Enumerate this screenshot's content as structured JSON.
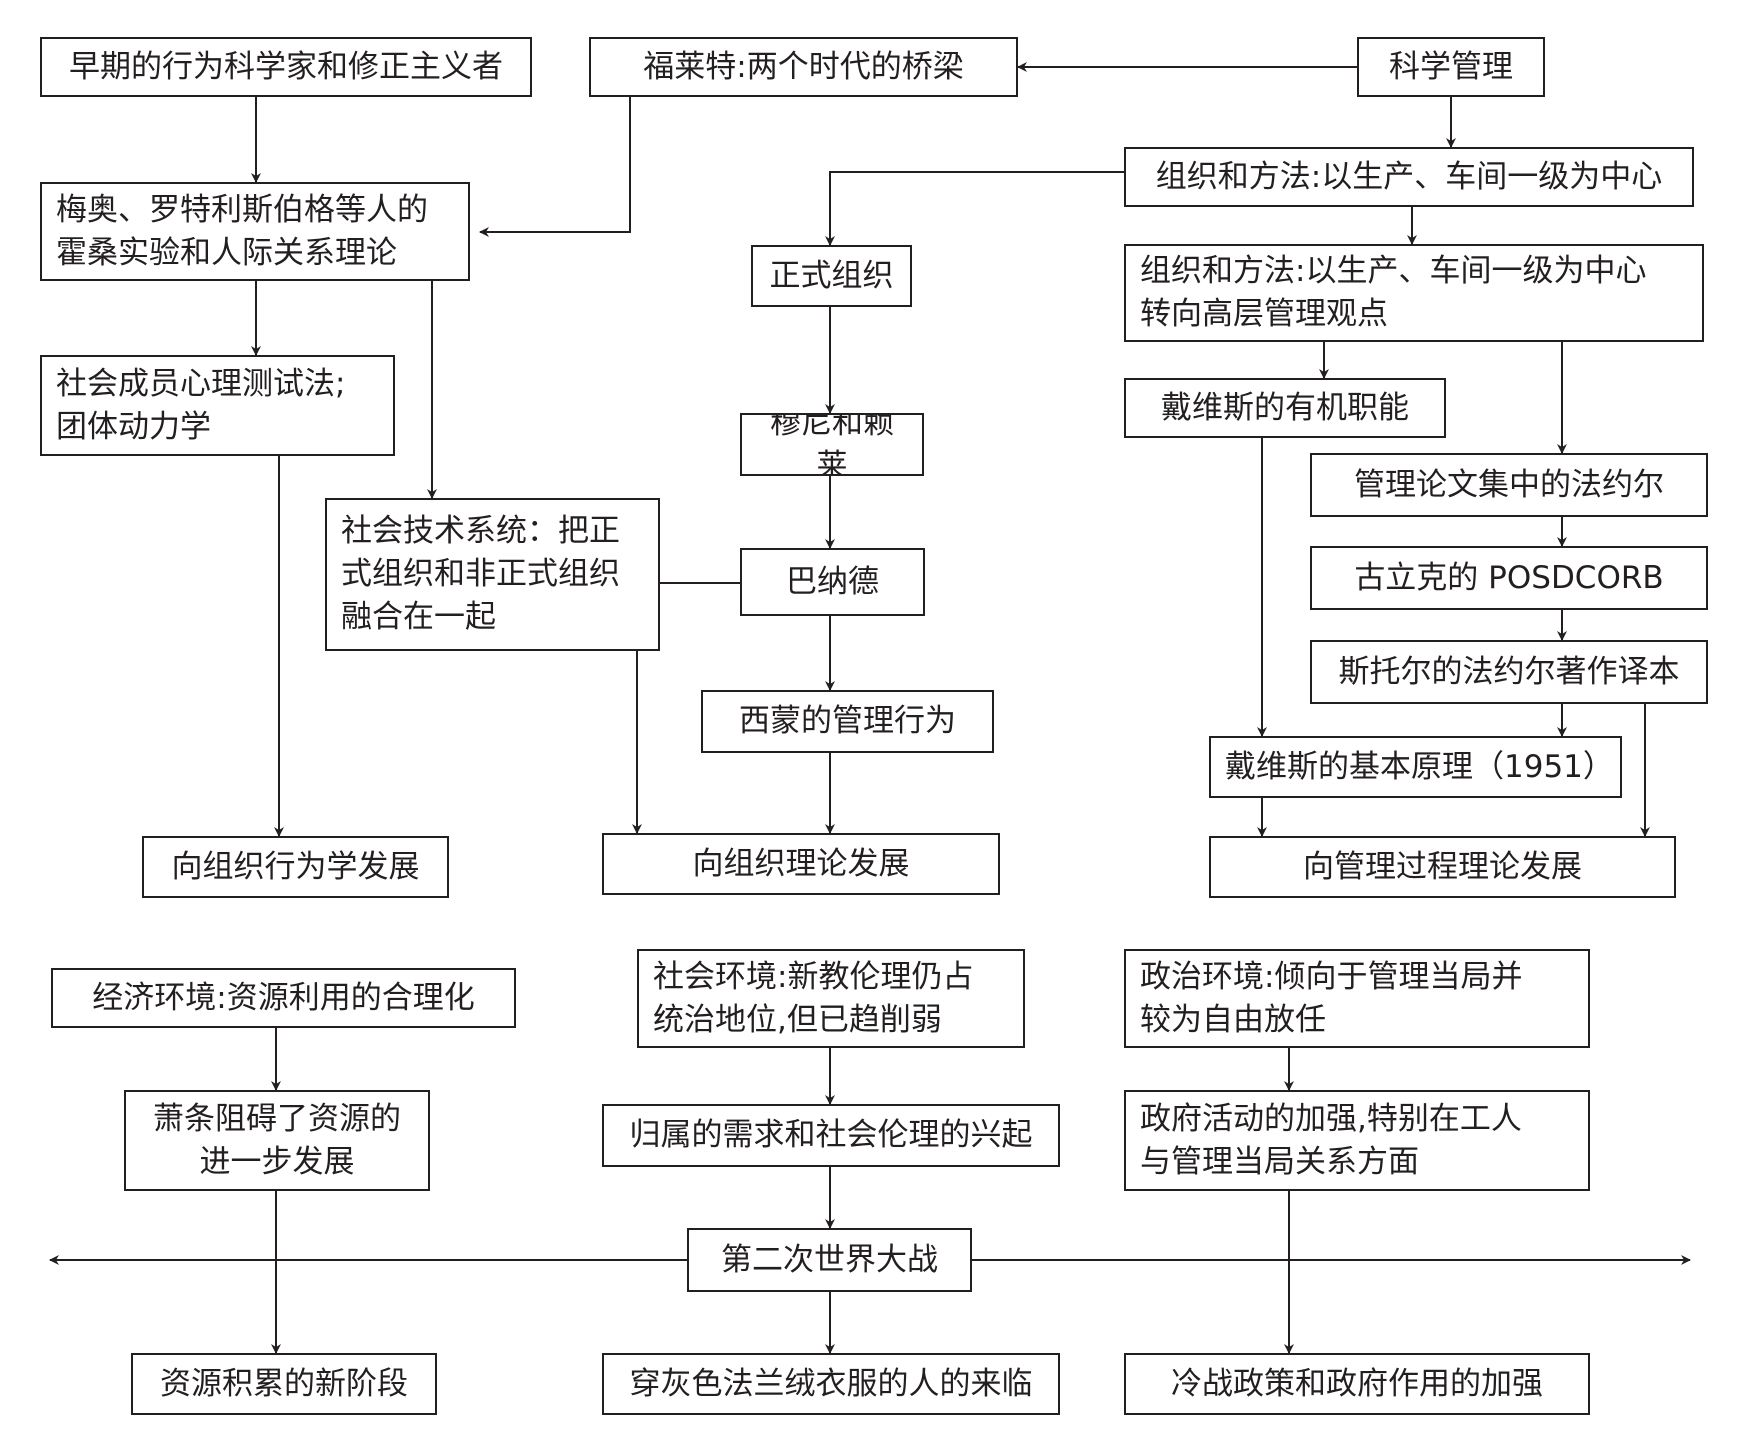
{
  "nodes": {
    "early_behavioral": "早期的行为科学家和修正主义者",
    "follett": "福莱特:两个时代的桥梁",
    "scientific_mgmt": "科学管理",
    "hawthorne": "梅奥、罗特利斯伯格等人的\n霍桑实验和人际关系理论",
    "org_methods_1": "组织和方法:以生产、车间一级为中心",
    "formal_org": "正式组织",
    "org_methods_2": "组织和方法:以生产、车间一级为中心\n转向高层管理观点",
    "sociometry": "社会成员心理测试法;\n团体动力学",
    "davis_organic": "戴维斯的有机职能",
    "mooney_reiley": "穆尼和赖莱",
    "fayol_papers": "管理论文集中的法约尔",
    "sociotech": "社会技术系统：把正\n式组织和非正式组织\n融合在一起",
    "barnard": "巴纳德",
    "gulick": "古立克的 POSDCORB",
    "storrs": "斯托尔的法约尔著作译本",
    "simon": "西蒙的管理行为",
    "davis_principles": "戴维斯的基本原理（1951）",
    "to_ob": "向组织行为学发展",
    "to_ot": "向组织理论发展",
    "to_mp": "向管理过程理论发展",
    "econ_env": "经济环境:资源利用的合理化",
    "social_env": "社会环境:新教伦理仍占\n统治地位,但已趋削弱",
    "political_env": "政治环境:倾向于管理当局并\n较为自由放任",
    "depression": "萧条阻碍了资源的\n进一步发展",
    "belonging": "归属的需求和社会伦理的兴起",
    "gov_activity": "政府活动的加强,特别在工人\n与管理当局关系方面",
    "ww2": "第二次世界大战",
    "resource_stage": "资源积累的新阶段",
    "gray_flannel": "穿灰色法兰绒衣服的人的来临",
    "cold_war": "冷战政策和政府作用的加强"
  }
}
